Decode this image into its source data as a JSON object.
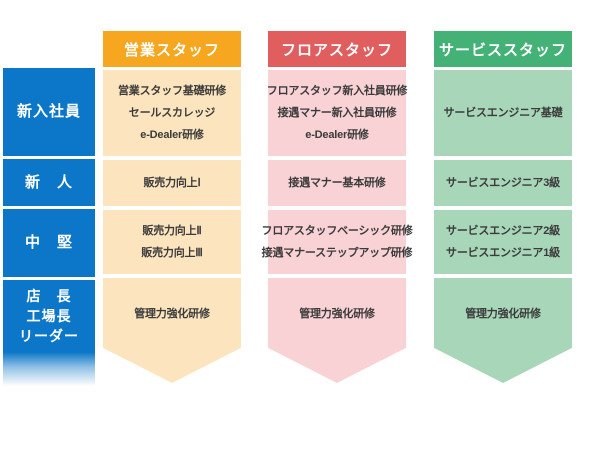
{
  "palette": {
    "sidebar_blue": "#0C76C8",
    "sales_header": "#F6A61F",
    "sales_body": "#FCE5BE",
    "floor_header": "#E05E5E",
    "floor_body": "#F8D2D5",
    "service_header": "#44B276",
    "service_body": "#A7D6B8",
    "header_text": "#FFFFFF",
    "cell_text": "#3B3B3B"
  },
  "sidebar": {
    "levels": [
      {
        "lines": [
          "新入社員"
        ]
      },
      {
        "lines": [
          "新　人"
        ]
      },
      {
        "lines": [
          "中　堅"
        ]
      },
      {
        "lines": [
          "店　長",
          "工場長",
          "リーダー"
        ]
      }
    ]
  },
  "columns": [
    {
      "header": "営業スタッフ",
      "cells": [
        {
          "lines": [
            "営業スタッフ基礎研修",
            "セールスカレッジ",
            "e-Dealer研修"
          ]
        },
        {
          "lines": [
            "販売力向上Ⅰ"
          ]
        },
        {
          "lines": [
            "販売力向上Ⅱ",
            "販売力向上Ⅲ"
          ]
        },
        {
          "lines": [
            "管理力強化研修"
          ]
        }
      ]
    },
    {
      "header": "フロアスタッフ",
      "cells": [
        {
          "lines": [
            "フロアスタッフ新入社員研修",
            "接遇マナー新入社員研修",
            "e-Dealer研修"
          ]
        },
        {
          "lines": [
            "接遇マナー基本研修"
          ]
        },
        {
          "lines": [
            "フロアスタッフベーシック研修",
            "接遇マナーステップアップ研修"
          ]
        },
        {
          "lines": [
            "管理力強化研修"
          ]
        }
      ]
    },
    {
      "header": "サービススタッフ",
      "cells": [
        {
          "lines": [
            "サービスエンジニア基礎"
          ]
        },
        {
          "lines": [
            "サービスエンジニア3級"
          ]
        },
        {
          "lines": [
            "サービスエンジニア2級",
            "サービスエンジニア1級"
          ]
        },
        {
          "lines": [
            "管理力強化研修"
          ]
        }
      ]
    }
  ]
}
